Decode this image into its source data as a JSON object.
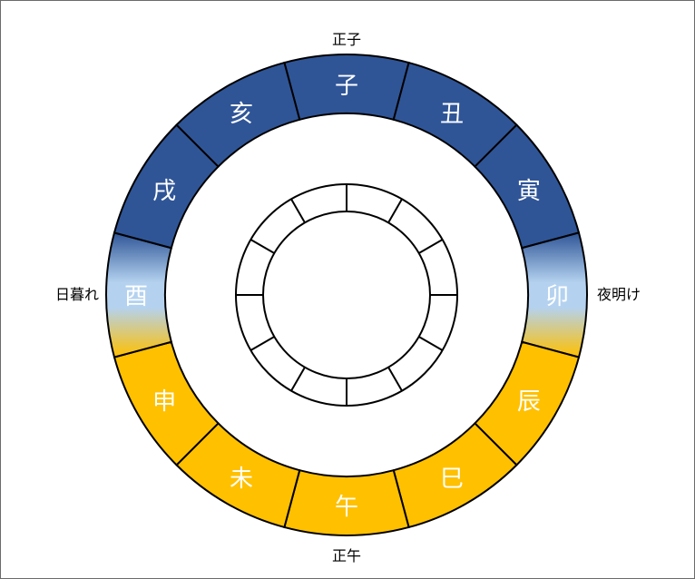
{
  "zodiac_ring": {
    "signs": [
      {
        "label": "子",
        "fill": "night"
      },
      {
        "label": "丑",
        "fill": "night"
      },
      {
        "label": "寅",
        "fill": "night"
      },
      {
        "label": "卯",
        "fill": "dawn"
      },
      {
        "label": "辰",
        "fill": "day"
      },
      {
        "label": "巳",
        "fill": "day"
      },
      {
        "label": "午",
        "fill": "day"
      },
      {
        "label": "未",
        "fill": "day"
      },
      {
        "label": "申",
        "fill": "day"
      },
      {
        "label": "酉",
        "fill": "dusk"
      },
      {
        "label": "戌",
        "fill": "night"
      },
      {
        "label": "亥",
        "fill": "night"
      }
    ]
  },
  "labels": {
    "top": "正子",
    "bottom": "正午",
    "left": "日暮れ",
    "right": "夜明け"
  },
  "colors": {
    "night": "#2f5597",
    "day": "#ffc000",
    "twilight_sky": "#b4d2ef",
    "outline": "#000000"
  },
  "inner_dial": {
    "divisions": 12
  }
}
